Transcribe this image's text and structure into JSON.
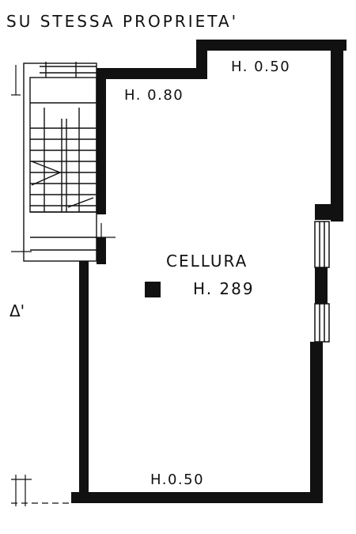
{
  "labels": {
    "header": "SU  STESSA  PROPRIETA'",
    "height_top_right": "H. 0.50",
    "height_top_left": "H. 0.80",
    "room_name": "CELLURA",
    "room_height": "H. 289",
    "height_bottom": "H.0.50",
    "side_mark": "Δ'"
  },
  "colors": {
    "wall": "#111111",
    "line": "#111111",
    "background": "#ffffff"
  }
}
